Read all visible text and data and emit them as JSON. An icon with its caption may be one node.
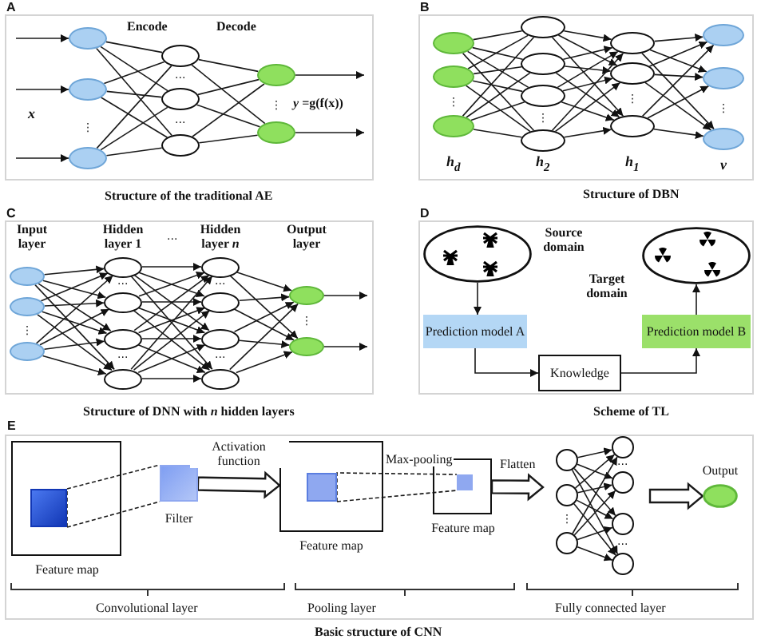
{
  "diagram": {
    "nodes": [
      {
        "text": [],
        "shape": "ellipse"
      },
      {
        "text": [],
        "shape": "ellipse"
      },
      {
        "text": [],
        "shape": "ellipse"
      },
      {
        "text": [],
        "shape": "ellipse"
      },
      {
        "text": [],
        "shape": "ellipse"
      },
      {
        "text": [],
        "shape": "ellipse"
      },
      {
        "text": [],
        "shape": "ellipse"
      },
      {
        "text": [],
        "shape": "ellipse"
      },
      {
        "text": [],
        "shape": "ellipse"
      },
      {
        "text": [],
        "shape": "ellipse"
      },
      {
        "text": [],
        "shape": "ellipse"
      },
      {
        "text": [],
        "shape": "ellipse"
      },
      {
        "text": [],
        "shape": "ellipse"
      },
      {
        "text": [],
        "shape": "ellipse"
      },
      {
        "text": [],
        "shape": "ellipse"
      },
      {
        "text": [],
        "shape": "ellipse"
      },
      {
        "text": [],
        "shape": "ellipse"
      },
      {
        "text": [],
        "shape": "ellipse"
      },
      {
        "text": [],
        "shape": "ellipse"
      },
      {
        "text": [],
        "shape": "ellipse"
      },
      {
        "text": [],
        "shape": "ellipse"
      },
      {
        "text": [],
        "shape": "ellipse"
      },
      {
        "text": [],
        "shape": "ellipse"
      },
      {
        "text": [],
        "shape": "ellipse"
      },
      {
        "text": [],
        "shape": "ellipse"
      },
      {
        "text": [],
        "shape": "ellipse"
      },
      {
        "text": [],
        "shape": "ellipse"
      },
      {
        "text": [],
        "shape": "ellipse"
      },
      {
        "text": [],
        "shape": "ellipse"
      },
      {
        "text": [],
        "shape": "ellipse"
      },
      {
        "text": [],
        "shape": "ellipse"
      },
      {
        "text": [],
        "shape": "ellipse"
      },
      {
        "text": [],
        "shape": "ellipse"
      },
      {
        "text": [],
        "shape": "ellipse"
      },
      {
        "text": [
          "Source domain"
        ]
      },
      {
        "text": [
          "Target domain"
        ]
      },
      {
        "text": [
          "Prediction model A"
        ]
      },
      {
        "text": [
          "Knowledge"
        ]
      },
      {
        "text": [
          "Prediction model B"
        ]
      },
      {
        "text": [
          "Feature map"
        ]
      },
      {
        "text": [],
        "shape": "box",
        "in": 39
      },
      {
        "text": [
          "Filter"
        ]
      },
      {
        "text": [
          "Feature map"
        ]
      },
      {
        "text": [],
        "shape": "box",
        "in": 42
      },
      {
        "text": [
          "Feature map"
        ]
      },
      {
        "text": [],
        "shape": "box",
        "in": 44
      },
      {
        "text": [],
        "shape": "circle"
      },
      {
        "text": [],
        "shape": "circle"
      },
      {
        "text": [],
        "shape": "circle"
      },
      {
        "text": [],
        "shape": "circle"
      },
      {
        "text": [],
        "shape": "circle"
      },
      {
        "text": [],
        "shape": "circle"
      },
      {
        "text": [],
        "shape": "circle"
      },
      {
        "text": [
          "Output"
        ]
      }
    ],
    "edges": [
      {
        "from": null,
        "to": 0,
        "arrow": "to"
      },
      {
        "from": null,
        "to": 1,
        "arrow": "to"
      },
      {
        "from": null,
        "to": 2,
        "arrow": "to"
      },
      {
        "from": 0,
        "to": 3,
        "arrow": "none"
      },
      {
        "from": 0,
        "to": 4,
        "arrow": "none"
      },
      {
        "from": 0,
        "to": 5,
        "arrow": "none"
      },
      {
        "from": 1,
        "to": 3,
        "arrow": "none"
      },
      {
        "from": 1,
        "to": 4,
        "arrow": "none"
      },
      {
        "from": 1,
        "to": 5,
        "arrow": "none"
      },
      {
        "from": 2,
        "to": 3,
        "arrow": "none"
      },
      {
        "from": 2,
        "to": 4,
        "arrow": "none"
      },
      {
        "from": 2,
        "to": 5,
        "arrow": "none"
      },
      {
        "from": 3,
        "to": 6,
        "arrow": "none"
      },
      {
        "from": 3,
        "to": 7,
        "arrow": "none"
      },
      {
        "from": 4,
        "to": 6,
        "arrow": "none"
      },
      {
        "from": 4,
        "to": 7,
        "arrow": "none"
      },
      {
        "from": 5,
        "to": 6,
        "arrow": "none"
      },
      {
        "from": 5,
        "to": 7,
        "arrow": "none"
      },
      {
        "from": 6,
        "to": null,
        "arrow": "to"
      },
      {
        "from": 7,
        "to": null,
        "arrow": "to"
      },
      {
        "from": 8,
        "to": 11,
        "arrow": "none"
      },
      {
        "from": 8,
        "to": 12,
        "arrow": "none"
      },
      {
        "from": 8,
        "to": 13,
        "arrow": "none"
      },
      {
        "from": 8,
        "to": 14,
        "arrow": "none"
      },
      {
        "from": 9,
        "to": 11,
        "arrow": "none"
      },
      {
        "from": 9,
        "to": 12,
        "arrow": "none"
      },
      {
        "from": 9,
        "to": 13,
        "arrow": "none"
      },
      {
        "from": 9,
        "to": 14,
        "arrow": "none"
      },
      {
        "from": 10,
        "to": 11,
        "arrow": "none"
      },
      {
        "from": 10,
        "to": 12,
        "arrow": "none"
      },
      {
        "from": 10,
        "to": 13,
        "arrow": "none"
      },
      {
        "from": 10,
        "to": 14,
        "arrow": "none"
      },
      {
        "from": 11,
        "to": 15,
        "arrow": "to"
      },
      {
        "from": 11,
        "to": 16,
        "arrow": "to"
      },
      {
        "from": 11,
        "to": 17,
        "arrow": "to"
      },
      {
        "from": 12,
        "to": 15,
        "arrow": "to"
      },
      {
        "from": 12,
        "to": 16,
        "arrow": "to"
      },
      {
        "from": 12,
        "to": 17,
        "arrow": "to"
      },
      {
        "from": 13,
        "to": 15,
        "arrow": "to"
      },
      {
        "from": 13,
        "to": 16,
        "arrow": "to"
      },
      {
        "from": 13,
        "to": 17,
        "arrow": "to"
      },
      {
        "from": 14,
        "to": 15,
        "arrow": "to"
      },
      {
        "from": 14,
        "to": 16,
        "arrow": "to"
      },
      {
        "from": 14,
        "to": 17,
        "arrow": "to"
      },
      {
        "from": 15,
        "to": 18,
        "arrow": "to"
      },
      {
        "from": 15,
        "to": 19,
        "arrow": "to"
      },
      {
        "from": 15,
        "to": 20,
        "arrow": "to"
      },
      {
        "from": 16,
        "to": 18,
        "arrow": "to"
      },
      {
        "from": 16,
        "to": 19,
        "arrow": "to"
      },
      {
        "from": 16,
        "to": 20,
        "arrow": "to"
      },
      {
        "from": 17,
        "to": 18,
        "arrow": "to"
      },
      {
        "from": 17,
        "to": 19,
        "arrow": "to"
      },
      {
        "from": 17,
        "to": 20,
        "arrow": "to"
      },
      {
        "from": 21,
        "to": 24,
        "arrow": "to"
      },
      {
        "from": 21,
        "to": 25,
        "arrow": "to"
      },
      {
        "from": 21,
        "to": 26,
        "arrow": "to"
      },
      {
        "from": 21,
        "to": 27,
        "arrow": "to"
      },
      {
        "from": 22,
        "to": 24,
        "arrow": "to"
      },
      {
        "from": 22,
        "to": 25,
        "arrow": "to"
      },
      {
        "from": 22,
        "to": 26,
        "arrow": "to"
      },
      {
        "from": 22,
        "to": 27,
        "arrow": "to"
      },
      {
        "from": 23,
        "to": 24,
        "arrow": "to"
      },
      {
        "from": 23,
        "to": 25,
        "arrow": "to"
      },
      {
        "from": 23,
        "to": 26,
        "arrow": "to"
      },
      {
        "from": 23,
        "to": 27,
        "arrow": "to"
      },
      {
        "from": 24,
        "to": 28,
        "arrow": "to"
      },
      {
        "from": 24,
        "to": 29,
        "arrow": "to"
      },
      {
        "from": 24,
        "to": 30,
        "arrow": "to"
      },
      {
        "from": 24,
        "to": 31,
        "arrow": "to"
      },
      {
        "from": 25,
        "to": 28,
        "arrow": "to"
      },
      {
        "from": 25,
        "to": 29,
        "arrow": "to"
      },
      {
        "from": 25,
        "to": 30,
        "arrow": "to"
      },
      {
        "from": 25,
        "to": 31,
        "arrow": "to"
      },
      {
        "from": 26,
        "to": 28,
        "arrow": "to"
      },
      {
        "from": 26,
        "to": 29,
        "arrow": "to"
      },
      {
        "from": 26,
        "to": 30,
        "arrow": "to"
      },
      {
        "from": 26,
        "to": 31,
        "arrow": "to"
      },
      {
        "from": 27,
        "to": 28,
        "arrow": "to"
      },
      {
        "from": 27,
        "to": 29,
        "arrow": "to"
      },
      {
        "from": 27,
        "to": 30,
        "arrow": "to"
      },
      {
        "from": 27,
        "to": 31,
        "arrow": "to"
      },
      {
        "from": 28,
        "to": 32,
        "arrow": "to"
      },
      {
        "from": 28,
        "to": 33,
        "arrow": "to"
      },
      {
        "from": 29,
        "to": 32,
        "arrow": "to"
      },
      {
        "from": 29,
        "to": 33,
        "arrow": "to"
      },
      {
        "from": 30,
        "to": 32,
        "arrow": "to"
      },
      {
        "from": 30,
        "to": 33,
        "arrow": "to"
      },
      {
        "from": 31,
        "to": 32,
        "arrow": "to"
      },
      {
        "from": 31,
        "to": 33,
        "arrow": "to"
      },
      {
        "from": 32,
        "to": null,
        "arrow": "to"
      },
      {
        "from": 33,
        "to": null,
        "arrow": "to"
      },
      {
        "from": 34,
        "to": 36,
        "arrow": "to"
      },
      {
        "from": 36,
        "to": 37,
        "arrow": "to"
      },
      {
        "from": 37,
        "to": 38,
        "arrow": "to"
      },
      {
        "from": 38,
        "to": 35,
        "arrow": "to"
      },
      {
        "from": 40,
        "to": 41,
        "arrow": "none",
        "style": "dashed"
      },
      {
        "from": 41,
        "to": 42,
        "arrow": "to",
        "style": "thick",
        "label": "Activation function"
      },
      {
        "from": 43,
        "to": 45,
        "arrow": "none",
        "style": "dashed",
        "label": "Max-pooling"
      },
      {
        "from": 44,
        "to": null,
        "arrow": "to",
        "style": "thick",
        "label": "Flatten"
      },
      {
        "from": 46,
        "to": 49,
        "arrow": "to"
      },
      {
        "from": 46,
        "to": 50,
        "arrow": "to"
      },
      {
        "from": 46,
        "to": 51,
        "arrow": "to"
      },
      {
        "from": 46,
        "to": 52,
        "arrow": "to"
      },
      {
        "from": 47,
        "to": 49,
        "arrow": "to"
      },
      {
        "from": 47,
        "to": 50,
        "arrow": "to"
      },
      {
        "from": 47,
        "to": 51,
        "arrow": "to"
      },
      {
        "from": 47,
        "to": 52,
        "arrow": "to"
      },
      {
        "from": 48,
        "to": 49,
        "arrow": "to"
      },
      {
        "from": 48,
        "to": 50,
        "arrow": "to"
      },
      {
        "from": 48,
        "to": 51,
        "arrow": "to"
      },
      {
        "from": 48,
        "to": 52,
        "arrow": "to"
      },
      {
        "from": null,
        "to": 53,
        "arrow": "to",
        "style": "thick"
      }
    ],
    "labels": [
      "A",
      "B",
      "Encode",
      "Decode",
      "x",
      "⋮",
      "···",
      "···",
      "⋮",
      "*y* =g(f(x))",
      "⋮",
      "⋮",
      "⋮",
      "⋮",
      "h$_{d}$",
      "h$_{2}$",
      "h$_{1}$",
      "v",
      "Structure of the traditional AE",
      "Structure of DBN",
      "C",
      "D",
      "Input layer",
      "Hidden layer 1",
      "···",
      "Hidden layer *n*",
      "Output layer",
      "⋮",
      "···",
      "···",
      "···",
      "···",
      "⋮",
      "Structure of DNN with *n* hidden layers",
      "Scheme of TL",
      "E",
      "⋮",
      "···",
      "···",
      "Convolutional layer",
      "Pooling layer",
      "Fully connected layer",
      "Basic structure of CNN"
    ]
  }
}
